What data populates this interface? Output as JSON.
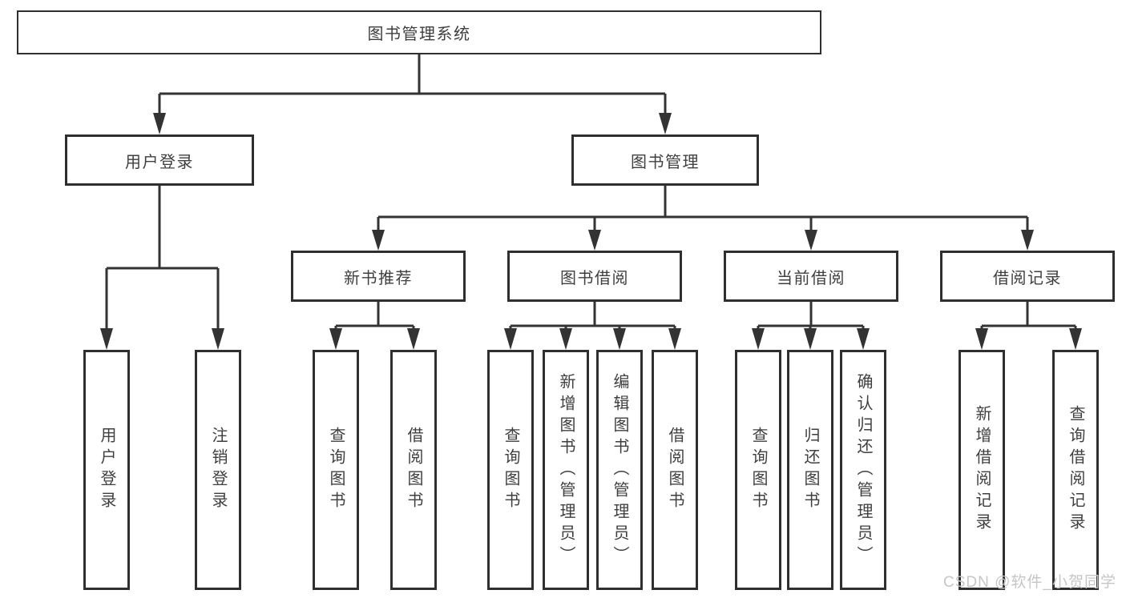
{
  "title": "图书管理系统",
  "nodes": {
    "root": "图书管理系统",
    "user_login": "用户登录",
    "book_mgmt": "图书管理",
    "new_books": "新书推荐",
    "book_borrow": "图书借阅",
    "current_borrow": "当前借阅",
    "borrow_records": "借阅记录",
    "leaves": {
      "user_login_leaf": "用户登录",
      "logout": "注销登录",
      "nb_query": "查询图书",
      "nb_borrow": "借阅图书",
      "bb_query": "查询图书",
      "bb_add": "新增图书（管理员）",
      "bb_edit": "编辑图书（管理员）",
      "bb_borrow": "借阅图书",
      "cb_query": "查询图书",
      "cb_return": "归还图书",
      "cb_confirm": "确认归还（管理员）",
      "br_add": "新增借阅记录",
      "br_query": "查询借阅记录"
    }
  },
  "watermark": "CSDN @软件_小贺同学",
  "colors": {
    "line": "#333333",
    "box_border": "#2f2f2f",
    "text": "#3f3f3f",
    "watermark": "#c6c6c6",
    "background": "#ffffff"
  }
}
